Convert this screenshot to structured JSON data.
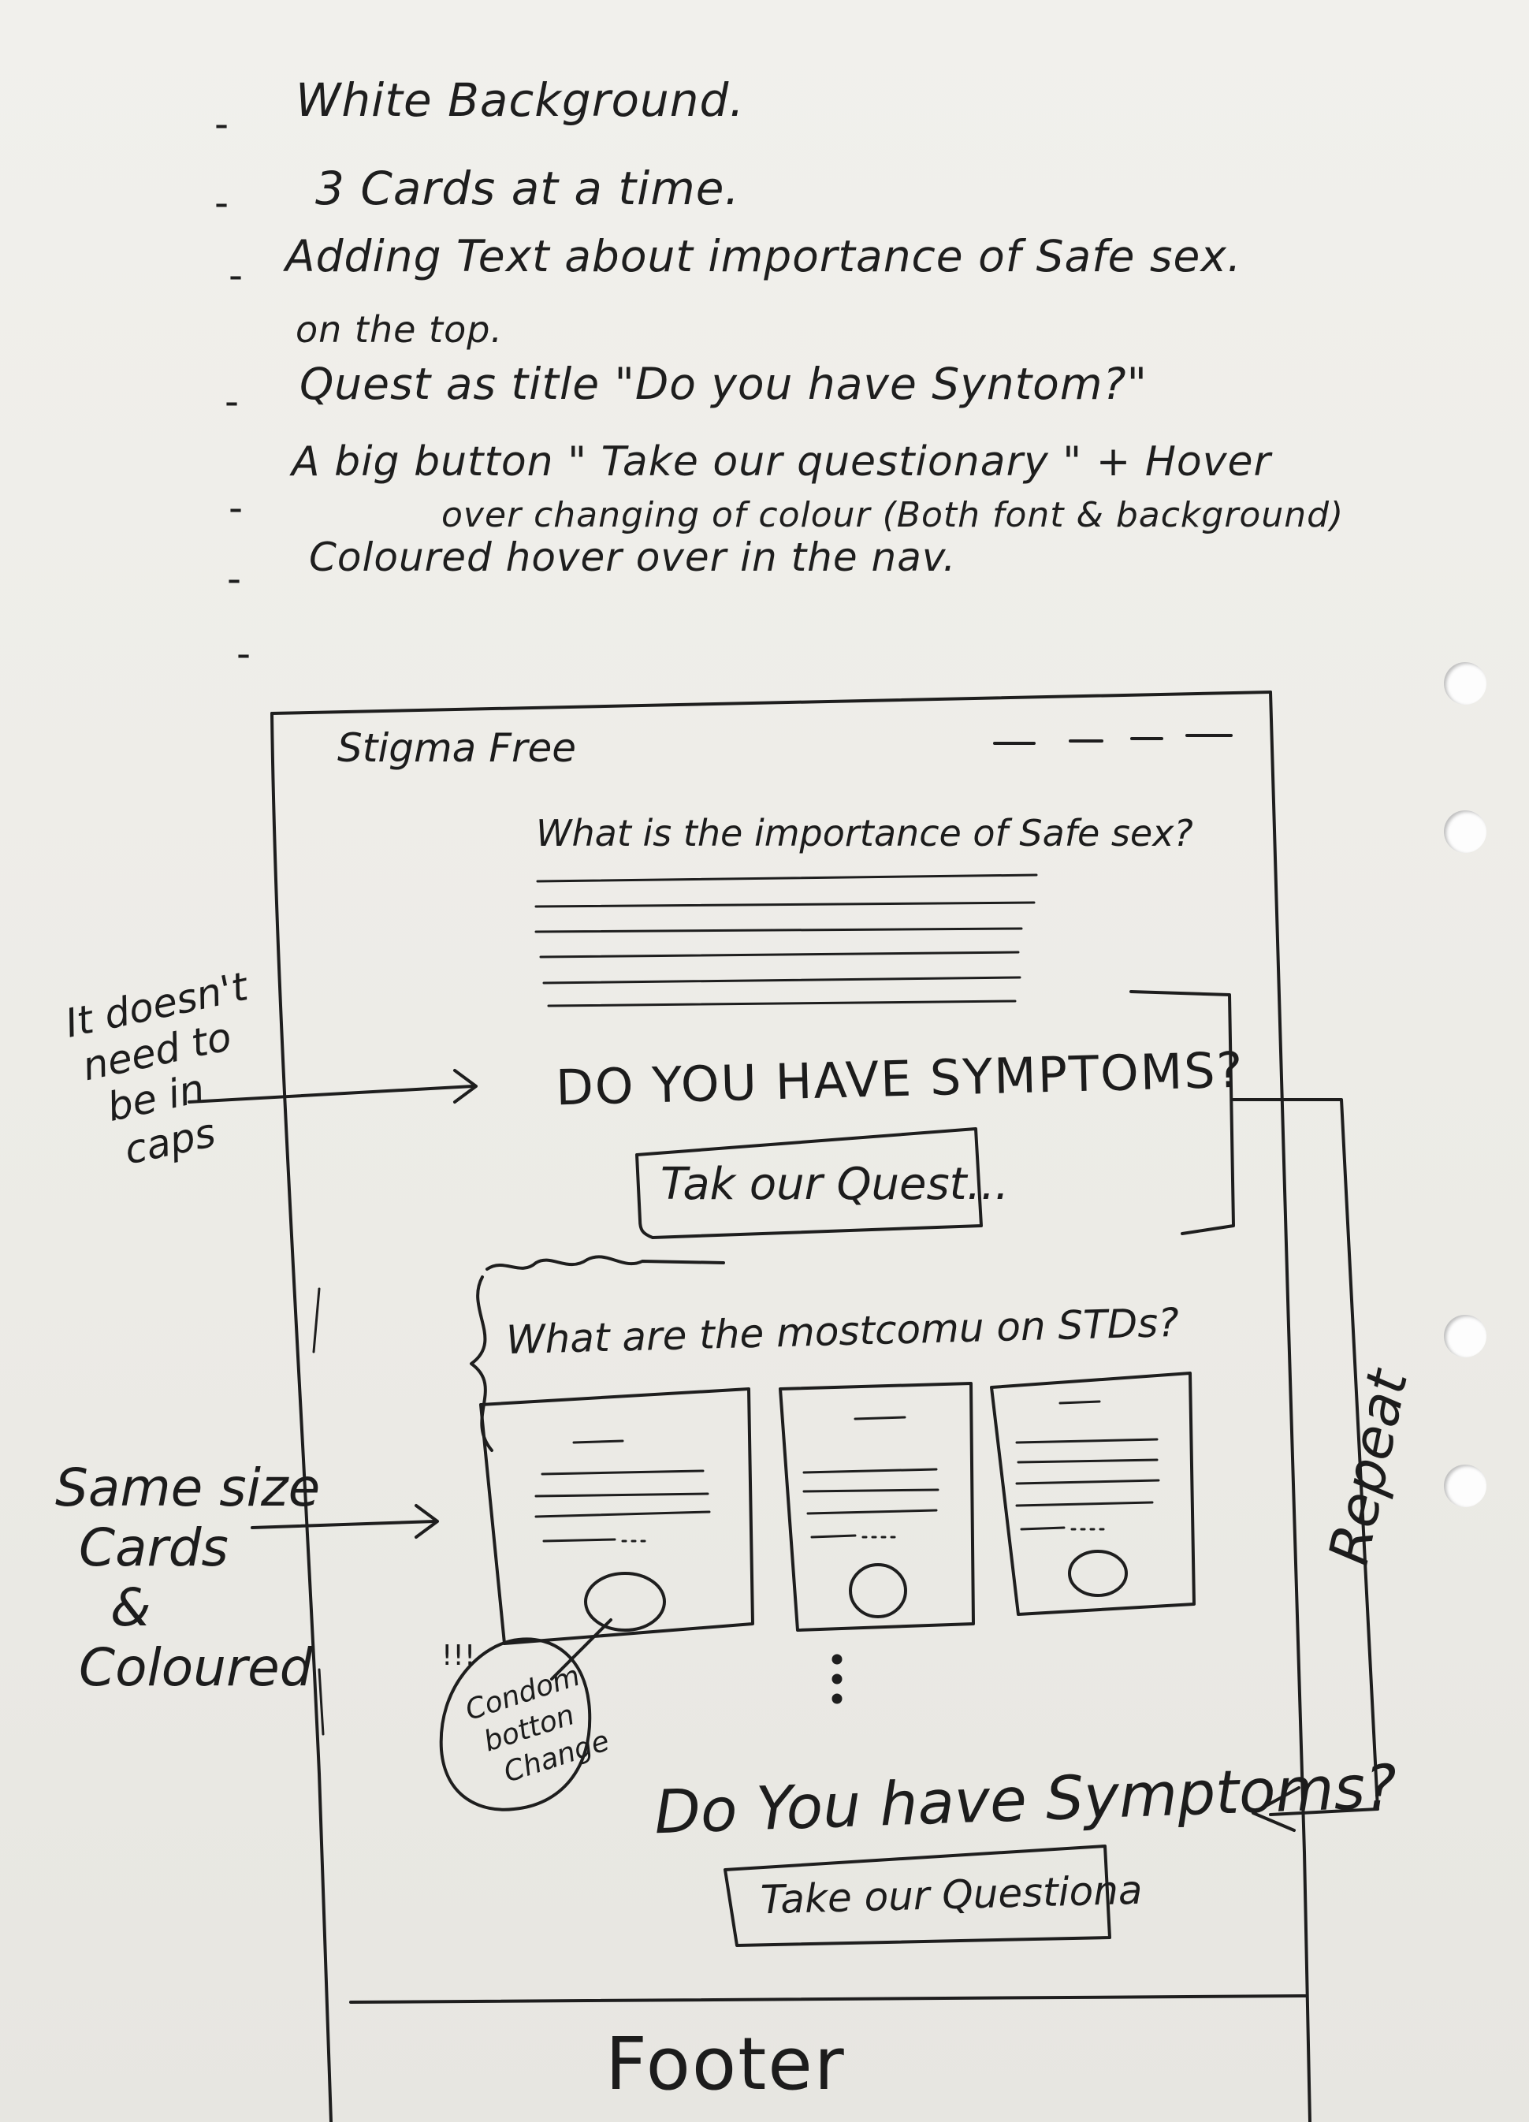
{
  "notes": [
    "White Background.",
    "3 Cards at a time.",
    "Adding Text about importance of Safe sex.",
    "on the top.",
    "Quest as title \"Do you have Syntom?\"",
    "A big button \" Take our questionary \" + Hover",
    "over changing of colour (Both font & background)",
    "Coloured hover over in the nav."
  ],
  "wireframe": {
    "brand": "Stigma Free",
    "intro_heading": "What is the importance of Safe sex?",
    "symptoms_heading_top": "DO YOU HAVE SYMPTOMS?",
    "quest_button_top": "Tak our Quest...",
    "std_heading": "What are the mostcomu on STDs?",
    "symptoms_heading_bottom": "Do You have Symptoms?",
    "quest_button_bottom": "Take our Questiona",
    "footer": "Footer"
  },
  "annotations": {
    "caps": [
      "It doesn't",
      "need to",
      "be in",
      "caps"
    ],
    "cards": [
      "Same size",
      "Cards",
      "&",
      "Coloured"
    ],
    "condom_exclaim": "!!!",
    "condom": [
      "Condom",
      "botton",
      "Change"
    ],
    "repeat": "Repeat"
  }
}
